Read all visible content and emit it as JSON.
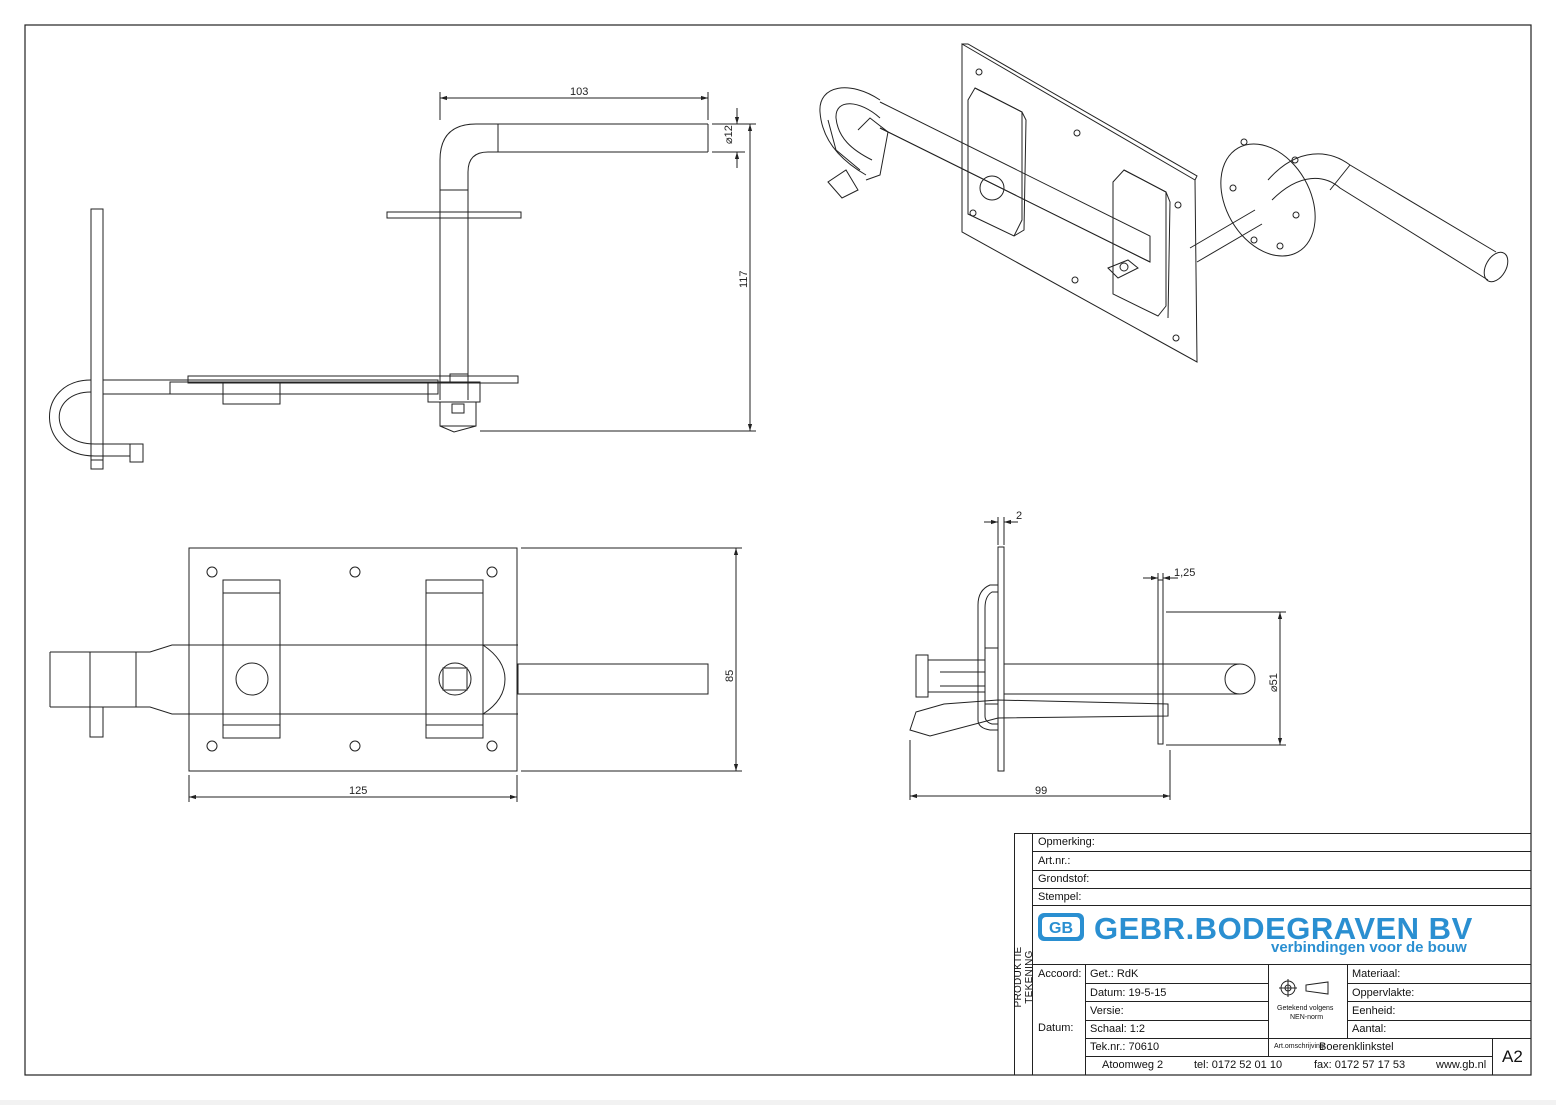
{
  "dimensions": {
    "d103": "103",
    "d12": "12",
    "d117": "117",
    "d85": "85",
    "d125": "125",
    "d2": "2",
    "d125b": "1,25",
    "d51": "51",
    "d99": "99"
  },
  "title_block": {
    "opmerking": "Opmerking:",
    "artnr": "Art.nr.:",
    "grondstof": "Grondstof:",
    "stempel": "Stempel:",
    "side_label": "PRODUKTIE TEKENING",
    "company": "GEBR.BODEGRAVEN BV",
    "tagline": "verbindingen voor de bouw",
    "logo_letters": "GB",
    "accoord": "Accoord:",
    "datum_label": "Datum:",
    "get": "Get.: RdK",
    "datum": "Datum: 19-5-15",
    "versie": "Versie:",
    "schaal": "Schaal: 1:2",
    "teknr": "Tek.nr.: 70610",
    "norm1": "Getekend volgens",
    "norm2": "NEN-norm",
    "materiaal": "Materiaal:",
    "oppervlakte": "Oppervlakte:",
    "eenheid": "Eenheid:",
    "aantal": "Aantal:",
    "artomschr_label": "Art.omschrijving:",
    "artomschr": "Boerenklinkstel",
    "format": "A2",
    "address": "Atoomweg 2",
    "tel": "tel: 0172 52 01 10",
    "fax": "fax: 0172 57 17 53",
    "web": "www.gb.nl"
  },
  "colors": {
    "line": "#222222",
    "brand_blue": "#2a8fd1"
  }
}
